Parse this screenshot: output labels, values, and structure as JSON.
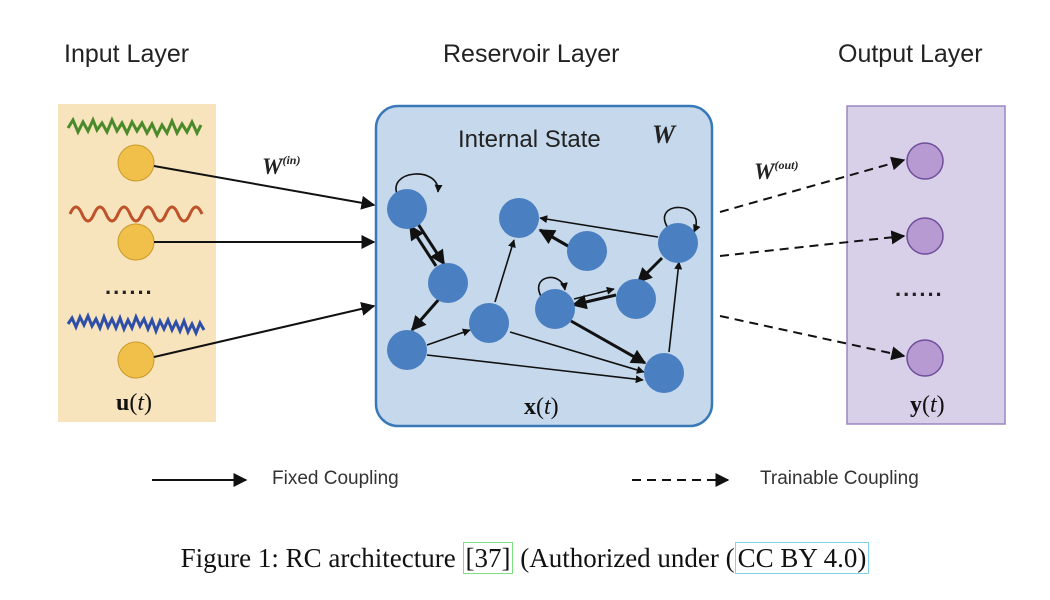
{
  "layers": {
    "input": "Input Layer",
    "reservoir": "Reservoir Layer",
    "output": "Output Layer"
  },
  "internal_state": "Internal State",
  "reservoir_weight": "W",
  "w_in": {
    "base": "W",
    "sup": "(in)"
  },
  "w_out": {
    "base": "W",
    "sup": "(out)"
  },
  "vars": {
    "input": {
      "bold": "u",
      "arg": "t"
    },
    "reservoir": {
      "bold": "x",
      "arg": "t"
    },
    "output": {
      "bold": "y",
      "arg": "t"
    }
  },
  "ellipsis": "......",
  "legend": {
    "fixed": "Fixed Coupling",
    "trainable": "Trainable Coupling"
  },
  "caption": {
    "prefix": "Figure 1: RC architecture ",
    "ref": "[37]",
    "middle": " (Authorized under (",
    "license": "CC BY 4.0)"
  },
  "colors": {
    "input_panel": "#f7e4bc",
    "input_node": "#f0c04a",
    "reservoir_panel": "#c6d9ec",
    "reservoir_border": "#3a79b8",
    "reservoir_node": "#4a7fc1",
    "output_panel": "#d8d0e8",
    "output_border": "#9a86c4",
    "output_node": "#b89ad3",
    "wave_green": "#4a8a2a",
    "wave_red": "#c0522a",
    "wave_blue": "#2f4ea8"
  }
}
